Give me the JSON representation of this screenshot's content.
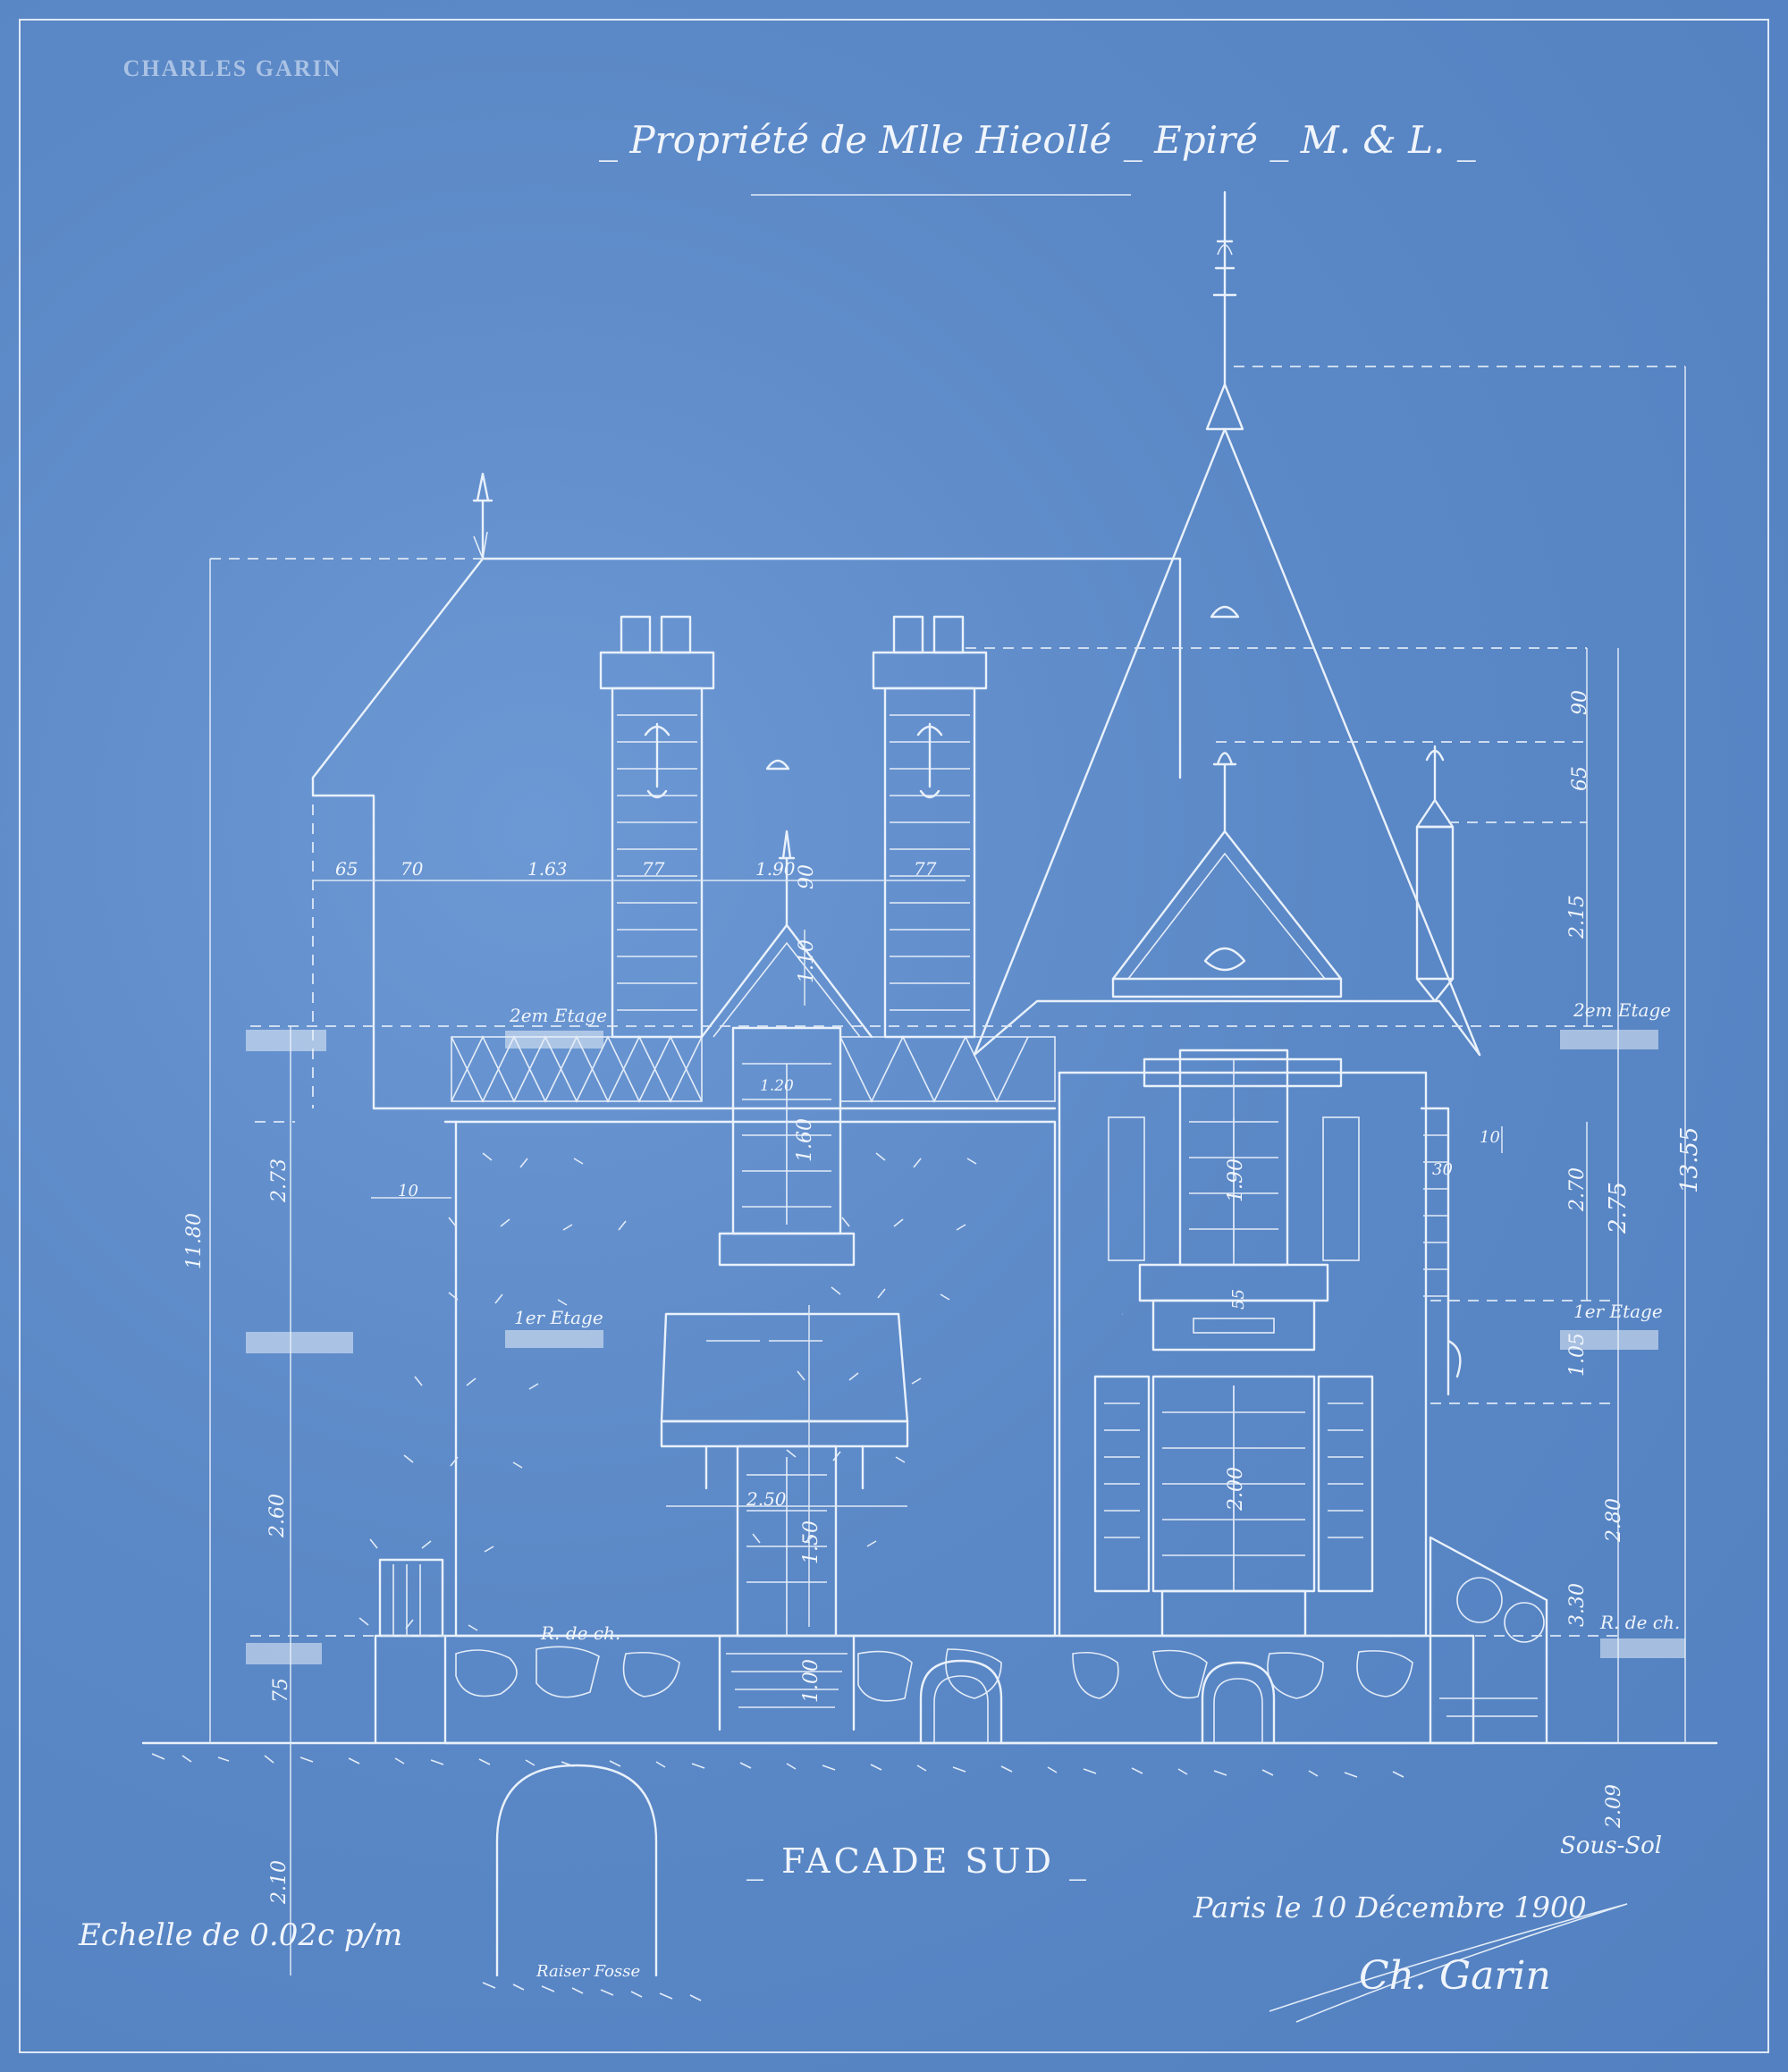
{
  "header": {
    "title": "_ Propriété de Mlle Hieollé _ Epiré _ M. & L. _"
  },
  "stamp": {
    "firm": "CHARLES GARIN"
  },
  "drawing": {
    "caption": "_ FACADE SUD _",
    "scale": "Echelle de 0.02c p/m",
    "place_date": "Paris le 10 Décembre 1900",
    "signature": "Ch. Garin",
    "labels": {
      "etage2_left": "2em Etage",
      "etage2_right": "2em Etage",
      "etage1_left": "1er Etage",
      "etage1_right": "1er Etage",
      "rdch_left": "R. de ch.",
      "rdch_right": "R. de ch.",
      "sous_sol": "Sous-Sol",
      "caveau": "Raiser Fosse"
    },
    "dimensions": {
      "h_total_left": "11.80",
      "h_total_right": "13.55",
      "d_273": "2.73",
      "d_260": "2.60",
      "d_75": "75",
      "d_210": "2.10",
      "d_65": "65",
      "d_70": "70",
      "d_163": "1.63",
      "d_77a": "77",
      "d_190": "1.90",
      "d_77b": "77",
      "d_90a": "90",
      "d_90b": "90",
      "d_65b": "65",
      "d_215": "2.15",
      "d_270": "2.70",
      "d_275": "2.75",
      "d_330": "3.30",
      "d_280": "2.80",
      "d_200": "2.00",
      "d_160": "1.60",
      "d_100": "1.00",
      "d_250": "2.50",
      "d_120": "1.20",
      "d_105": "1.05",
      "d_10": "10",
      "d_10b": "10",
      "d_30": "30",
      "d_55": "55",
      "d_209": "2.09",
      "d_150": "1.50",
      "d_110": "1.10"
    }
  }
}
